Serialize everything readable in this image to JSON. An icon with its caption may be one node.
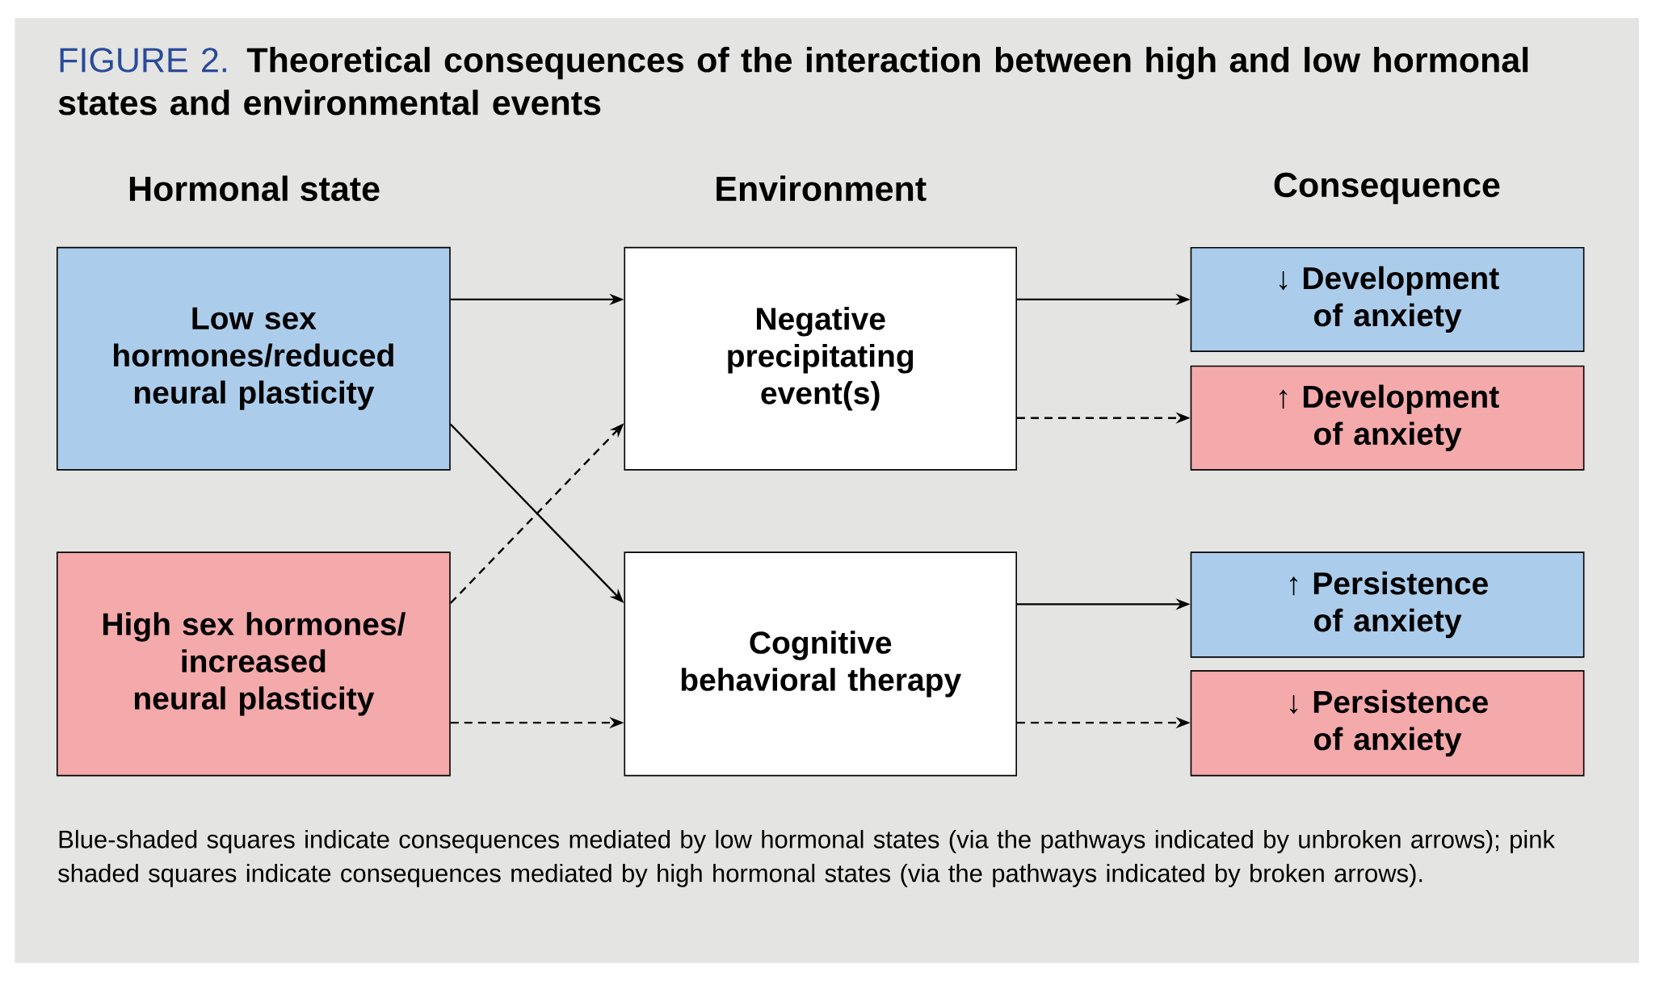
{
  "diagram": {
    "title": "Theoretical consequences of the interaction between high and low hormonal states and environmental events",
    "caption": "Blue-shaded squares indicate consequences mediated by low hormonal states (via the pathways indicated by unbroken arrows); pink shaded squares indicate consequences mediated by high hormonal states (via the pathways indicated by broken arrows).",
    "nodes": [
      {
        "text": [
          "Low sex hormones/reduced neural plasticity"
        ]
      },
      {
        "text": [
          "High sex hormones/ increased neural plasticity"
        ]
      },
      {
        "text": [
          "Negative precipitating event(s)"
        ]
      },
      {
        "text": [
          "Cognitive behavioral therapy"
        ]
      },
      {
        "text": [
          "↓ Development of anxiety"
        ]
      },
      {
        "text": [
          "↑ Development of anxiety"
        ]
      },
      {
        "text": [
          "↑ Persistence of anxiety"
        ]
      },
      {
        "text": [
          "↓ Persistence of anxiety"
        ]
      }
    ],
    "edges": [
      {
        "from": 0,
        "to": 2,
        "arrow": "to"
      },
      {
        "from": 0,
        "to": 3,
        "arrow": "to"
      },
      {
        "from": 1,
        "to": 2,
        "arrow": "to",
        "style": "dashed"
      },
      {
        "from": 1,
        "to": 3,
        "arrow": "to",
        "style": "dashed"
      },
      {
        "from": 2,
        "to": 4,
        "arrow": "to"
      },
      {
        "from": 2,
        "to": 5,
        "arrow": "to",
        "style": "dashed"
      },
      {
        "from": 3,
        "to": 6,
        "arrow": "to"
      },
      {
        "from": 3,
        "to": 7,
        "arrow": "to",
        "style": "dashed"
      }
    ],
    "labels": [
      "FIGURE 2.",
      "Hormonal state",
      "Environment",
      "Consequence"
    ]
  }
}
